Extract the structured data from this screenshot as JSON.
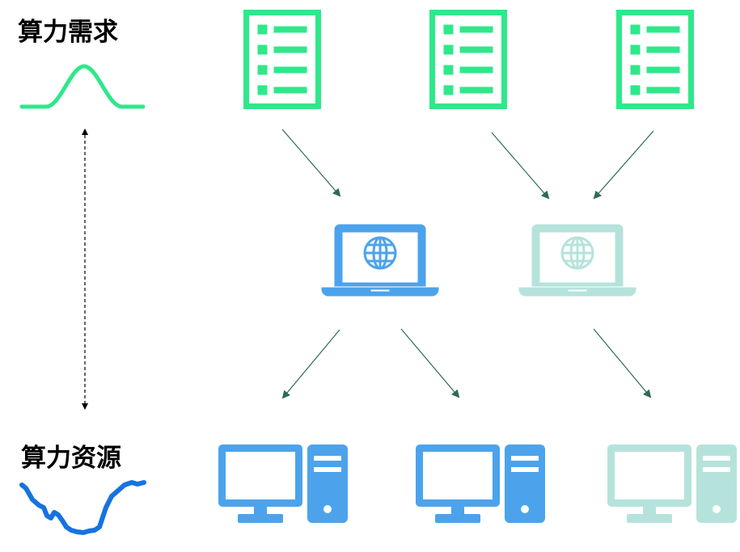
{
  "labels": {
    "demand": "算力需求",
    "resource": "算力资源"
  },
  "colors": {
    "demand_green": "#2EE88A",
    "demand_curve": "#2EE88A",
    "resource_curve": "#1673E0",
    "laptop_active": "#4CA3EC",
    "laptop_faded": "#B5E3DB",
    "desktop_active": "#4CA3EC",
    "desktop_faded": "#B5E3DB",
    "arrow": "#2E6B52",
    "divider": "#000000"
  },
  "nodes": {
    "tasks": [
      {
        "name": "task-document-1",
        "icon": "list-document-icon"
      },
      {
        "name": "task-document-2",
        "icon": "list-document-icon"
      },
      {
        "name": "task-document-3",
        "icon": "list-document-icon"
      }
    ],
    "laptops": [
      {
        "name": "laptop-1",
        "icon": "laptop-globe-icon",
        "state": "active"
      },
      {
        "name": "laptop-2",
        "icon": "laptop-globe-icon",
        "state": "faded"
      }
    ],
    "desktops": [
      {
        "name": "desktop-1",
        "icon": "desktop-computer-icon",
        "state": "active"
      },
      {
        "name": "desktop-2",
        "icon": "desktop-computer-icon",
        "state": "active"
      },
      {
        "name": "desktop-3",
        "icon": "desktop-computer-icon",
        "state": "faded"
      }
    ]
  },
  "edges": [
    {
      "from": "task-document-1",
      "to": "laptop-1"
    },
    {
      "from": "task-document-2",
      "to": "laptop-2"
    },
    {
      "from": "task-document-3",
      "to": "laptop-2"
    },
    {
      "from": "laptop-1",
      "to": "desktop-1"
    },
    {
      "from": "laptop-1",
      "to": "desktop-2"
    },
    {
      "from": "laptop-2",
      "to": "desktop-3"
    }
  ]
}
